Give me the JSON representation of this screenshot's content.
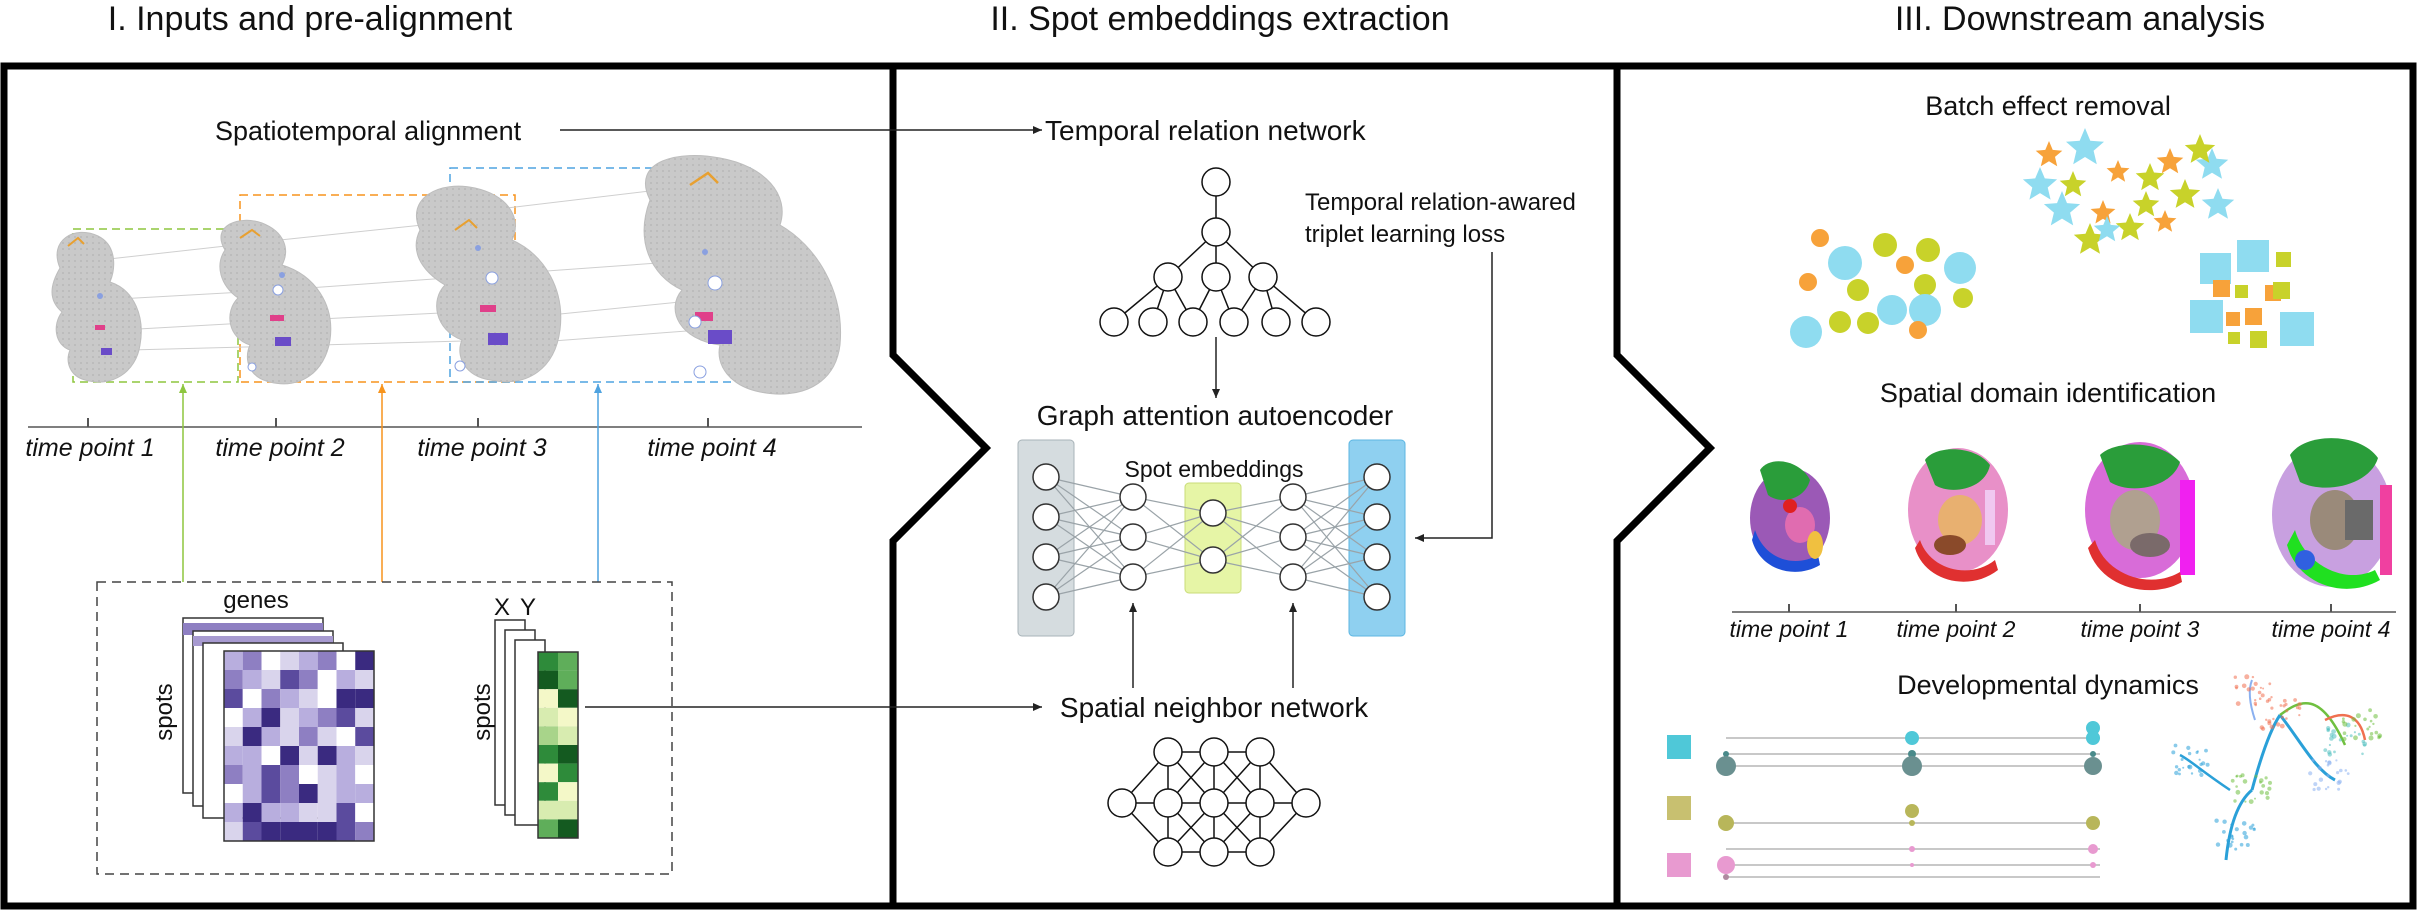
{
  "sections": {
    "inputs": "I. Inputs and pre-alignment",
    "embeddings": "II. Spot embeddings extraction",
    "downstream": "III. Downstream analysis"
  },
  "panel1": {
    "alignment_label": "Spatiotemporal alignment",
    "time_points": [
      "time point 1",
      "time point 2",
      "time point 3",
      "time point 4"
    ],
    "genes_label": "genes",
    "spots_label": "spots",
    "x_label": "X",
    "y_label": "Y",
    "colors": {
      "tp1": "#8dc63f",
      "tp2": "#f7941d",
      "tp3": "#4fa3e0",
      "embryo": "#c8c8c8",
      "gene_heatmap": "#5b4b9e",
      "xy_heatmap": "#2e8b3a"
    }
  },
  "panel2": {
    "temporal_network": "Temporal relation network",
    "loss_line1": "Temporal relation-awared",
    "loss_line2": "triplet learning loss",
    "autoencoder": "Graph attention autoencoder",
    "spot_embeddings": "Spot embeddings",
    "spatial_network": "Spatial neighbor network",
    "colors": {
      "input_layer": "#d5dcdf",
      "latent_layer": "#e6f5a6",
      "output_layer": "#8fd0f0"
    }
  },
  "panel3": {
    "batch_title": "Batch effect removal",
    "domain_title": "Spatial domain identification",
    "time_points": [
      "time point 1",
      "time point 2",
      "time point 3",
      "time point 4"
    ],
    "dynamics_title": "Developmental dynamics",
    "colors": {
      "cyan": "#8fdcf0",
      "orange": "#f7a23a",
      "yellow": "#c8d22a",
      "teal": "#4fb8c8",
      "olive": "#b8b65a",
      "pink": "#e89ad0"
    }
  }
}
